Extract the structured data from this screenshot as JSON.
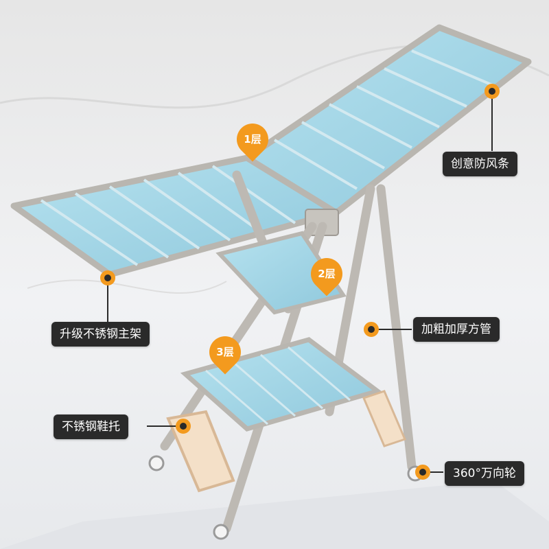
{
  "annotations": {
    "wind_strip": "创意防风条",
    "main_frame": "升级不锈钢主架",
    "thick_tube": "加粗加厚方管",
    "shoe_tray": "不锈钢鞋托",
    "wheel": "360°万向轮"
  },
  "tiers": {
    "tier1": "1层",
    "tier2": "2层",
    "tier3": "3层"
  },
  "colors": {
    "accent": "#f39a1e",
    "label_bg": "#2a2a2a",
    "glass": "#9cd3e6",
    "frame": "#b9b6b0"
  }
}
